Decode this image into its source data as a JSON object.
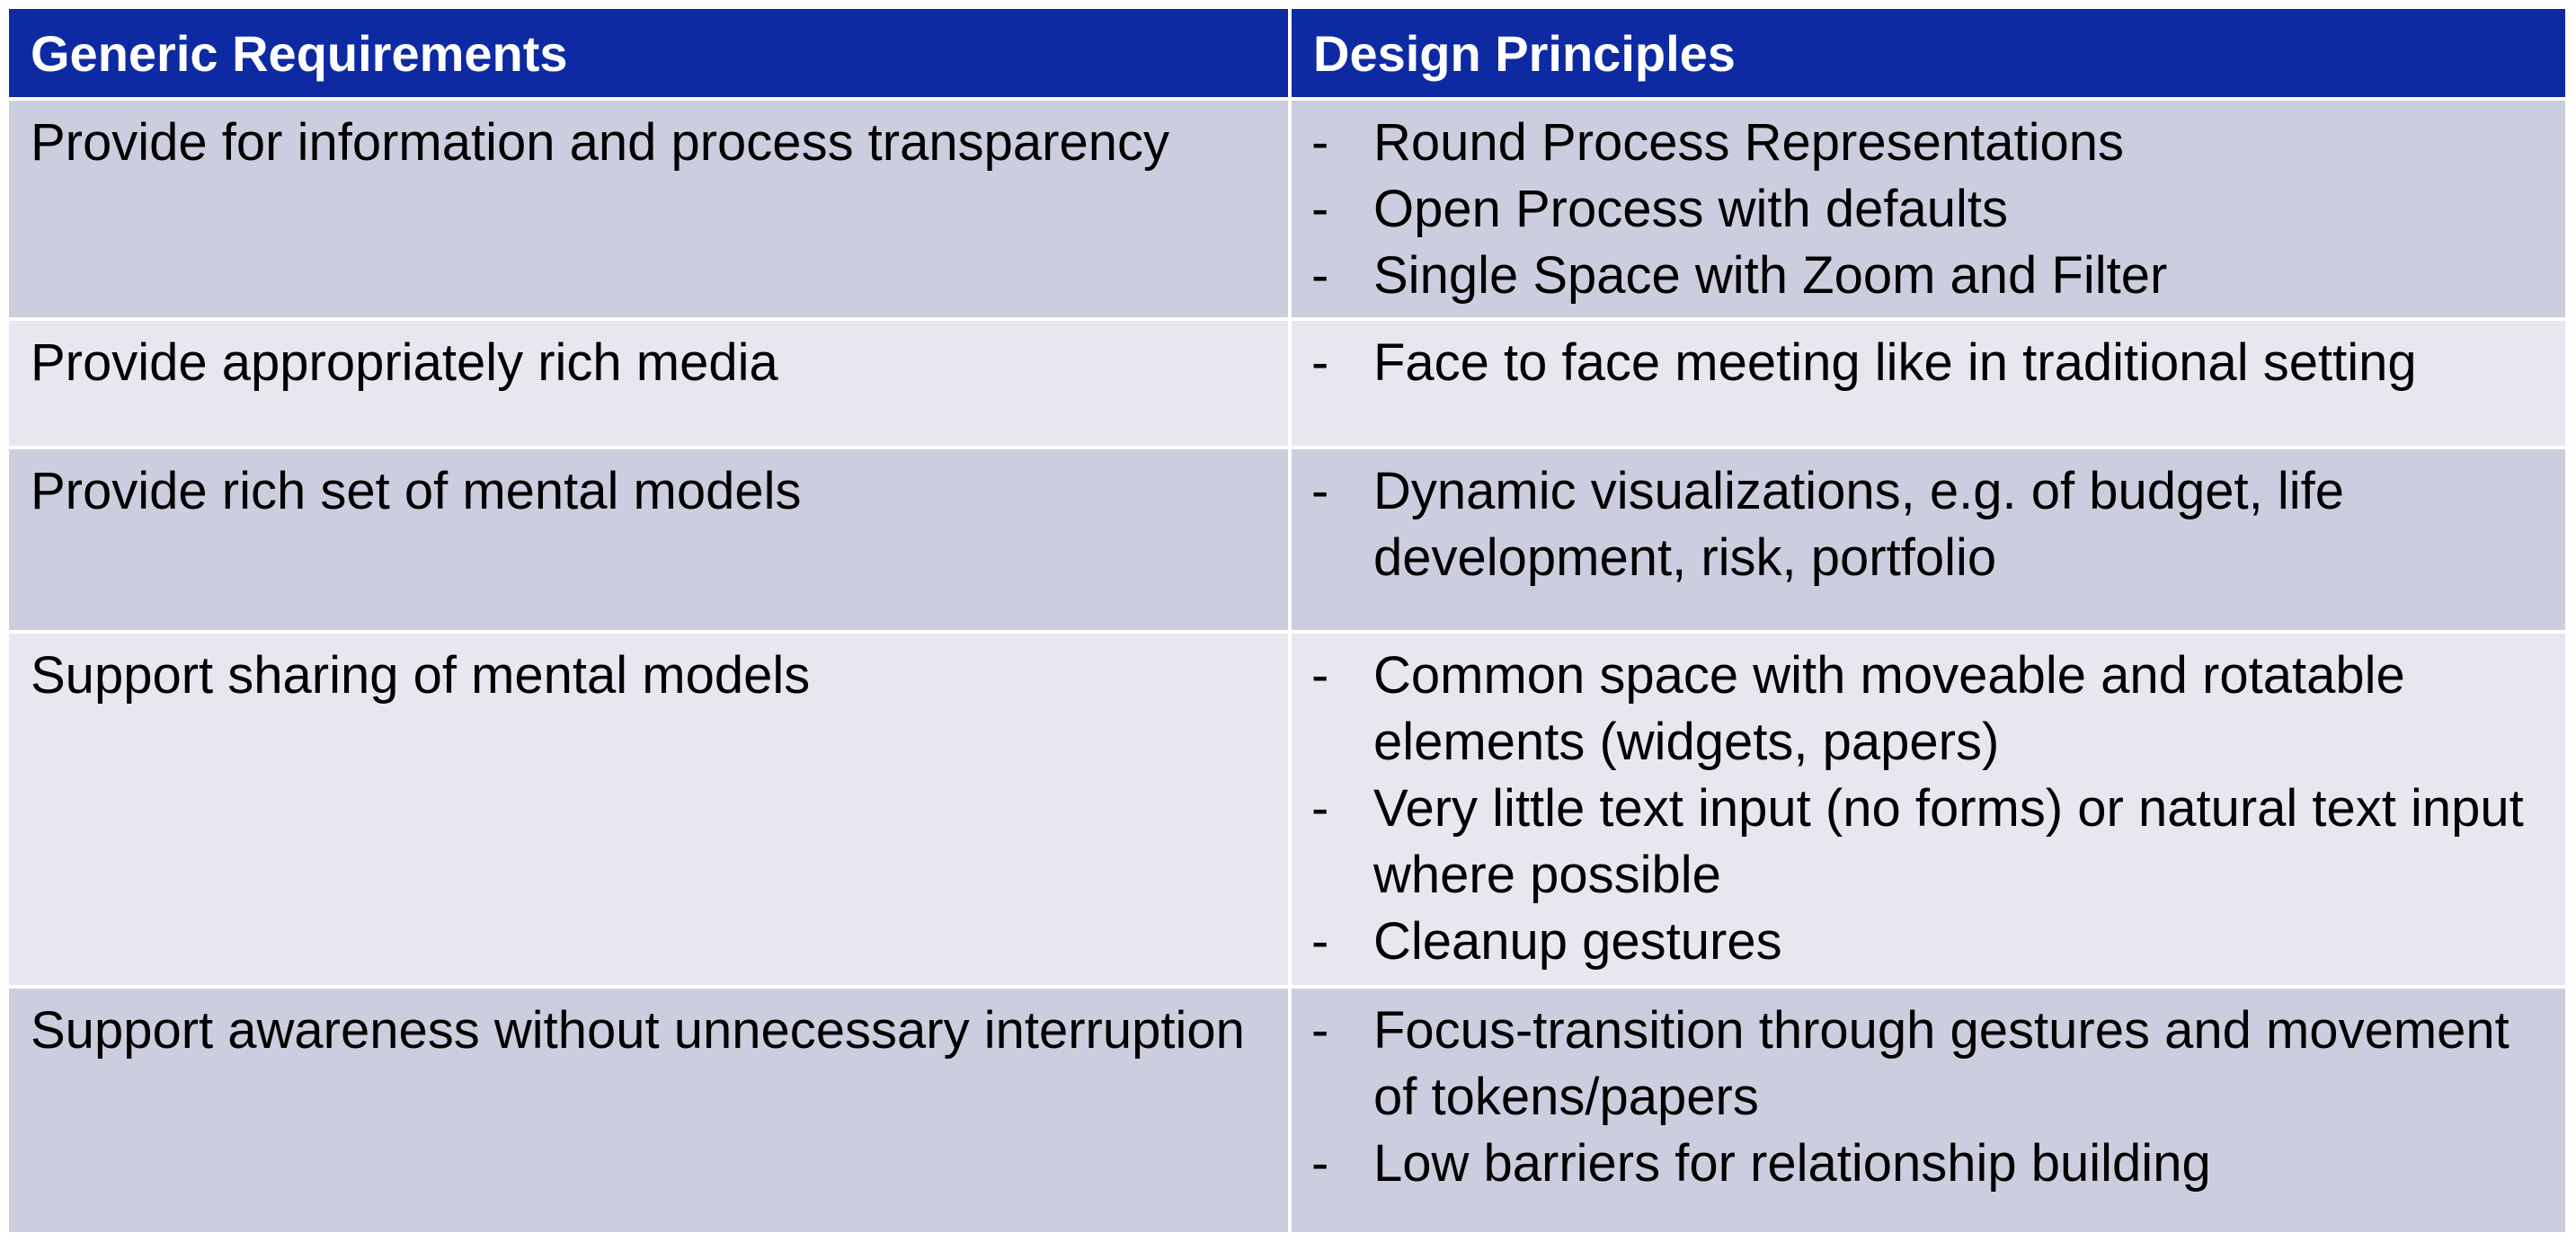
{
  "table": {
    "headers": {
      "col1": "Generic Requirements",
      "col2": "Design Principles"
    },
    "rows": [
      {
        "requirement": "Provide for information and process transparency",
        "principles": [
          "Round Process Representations",
          "Open Process with defaults",
          "Single Space with Zoom and Filter"
        ]
      },
      {
        "requirement": "Provide appropriately rich media",
        "principles": [
          "Face to face meeting like in traditional setting"
        ]
      },
      {
        "requirement": "Provide rich set of mental models",
        "principles": [
          "Dynamic visualizations, e.g. of budget, life development, risk, portfolio"
        ]
      },
      {
        "requirement": "Support sharing of mental models",
        "principles": [
          "Common space with moveable and rotatable elements (widgets, papers)",
          "Very little text input (no forms) or natural text input where possible",
          "Cleanup gestures"
        ]
      },
      {
        "requirement": "Support awareness without unnecessary interruption",
        "principles": [
          "Focus-transition through gestures and movement of tokens/papers",
          "Low barriers for relationship building"
        ]
      }
    ],
    "bullet_marker": "-"
  },
  "colors": {
    "header_background": "#0e2aa3",
    "header_text": "#ffffff",
    "row_dark": "#cccdde",
    "row_light": "#e7e8ef",
    "body_text": "#000000"
  }
}
